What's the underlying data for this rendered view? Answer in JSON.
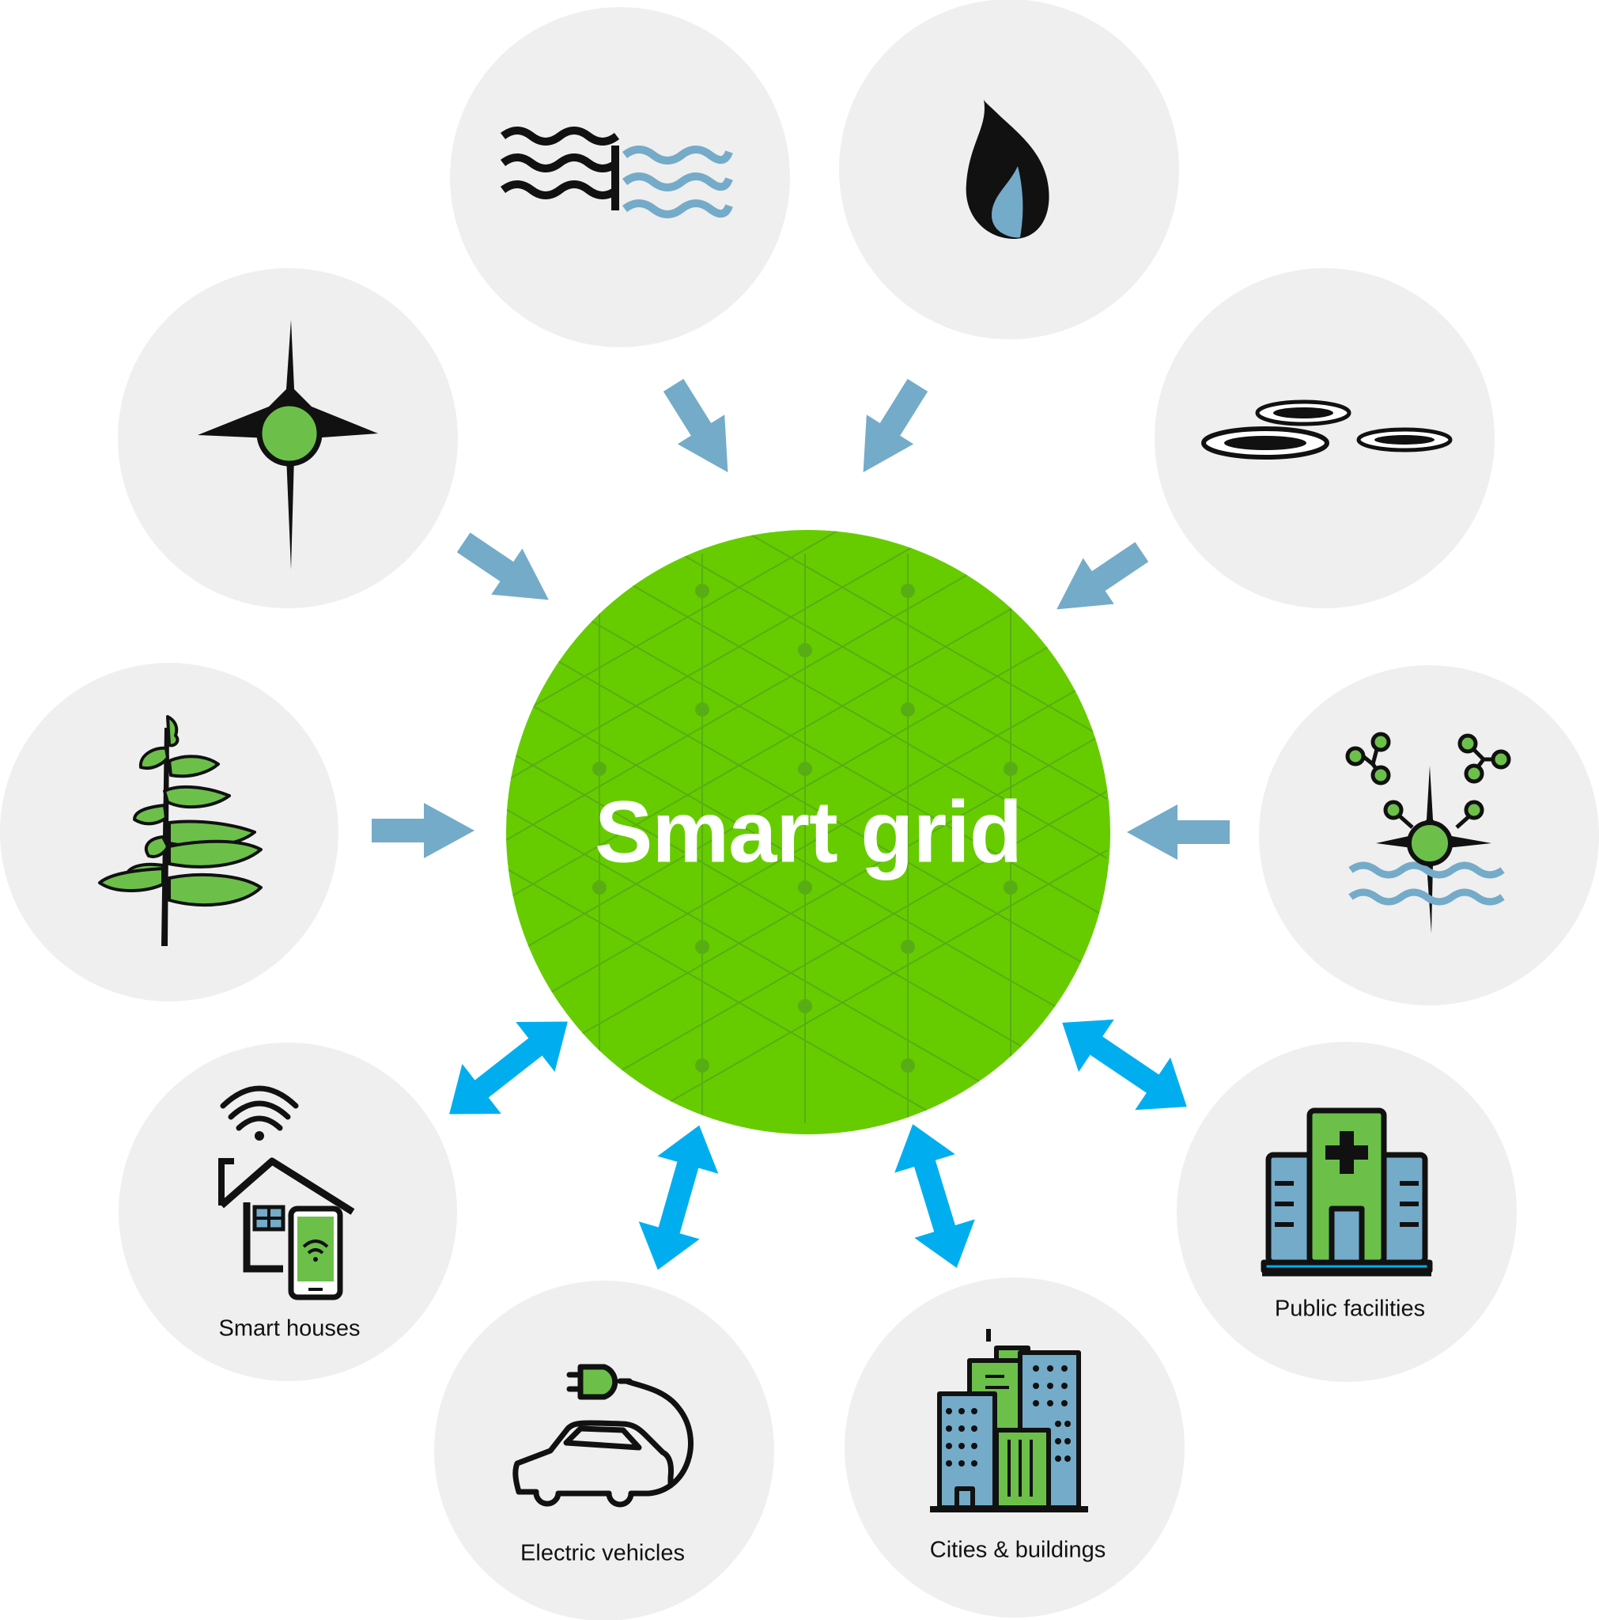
{
  "diagram": {
    "center": {
      "title": "Smart grid",
      "color": "#66cc00"
    },
    "inputs": [
      {
        "id": "wave-power",
        "icon": "wave-power-icon"
      },
      {
        "id": "gas",
        "icon": "gas-flame-icon"
      },
      {
        "id": "geothermal",
        "icon": "geothermal-icon"
      },
      {
        "id": "solar",
        "icon": "green-star-node-icon"
      },
      {
        "id": "biomass",
        "icon": "tree-icon"
      },
      {
        "id": "hydrogen",
        "icon": "molecule-water-icon"
      }
    ],
    "consumers": [
      {
        "id": "smart-houses",
        "label": "Smart houses",
        "icon": "smart-house-icon"
      },
      {
        "id": "electric-vehicles",
        "label": "Electric vehicles",
        "icon": "electric-car-icon"
      },
      {
        "id": "cities-buildings",
        "label": "Cities & buildings",
        "icon": "city-buildings-icon"
      },
      {
        "id": "public-facilities",
        "label": "Public facilities",
        "icon": "hospital-icon"
      }
    ],
    "colors": {
      "input_arrow": "#74abc9",
      "bidirectional_arrow": "#00aeef",
      "circle_background": "#efefef",
      "accent_green": "#6cc04a",
      "building_blue": "#6aa3c9"
    }
  }
}
